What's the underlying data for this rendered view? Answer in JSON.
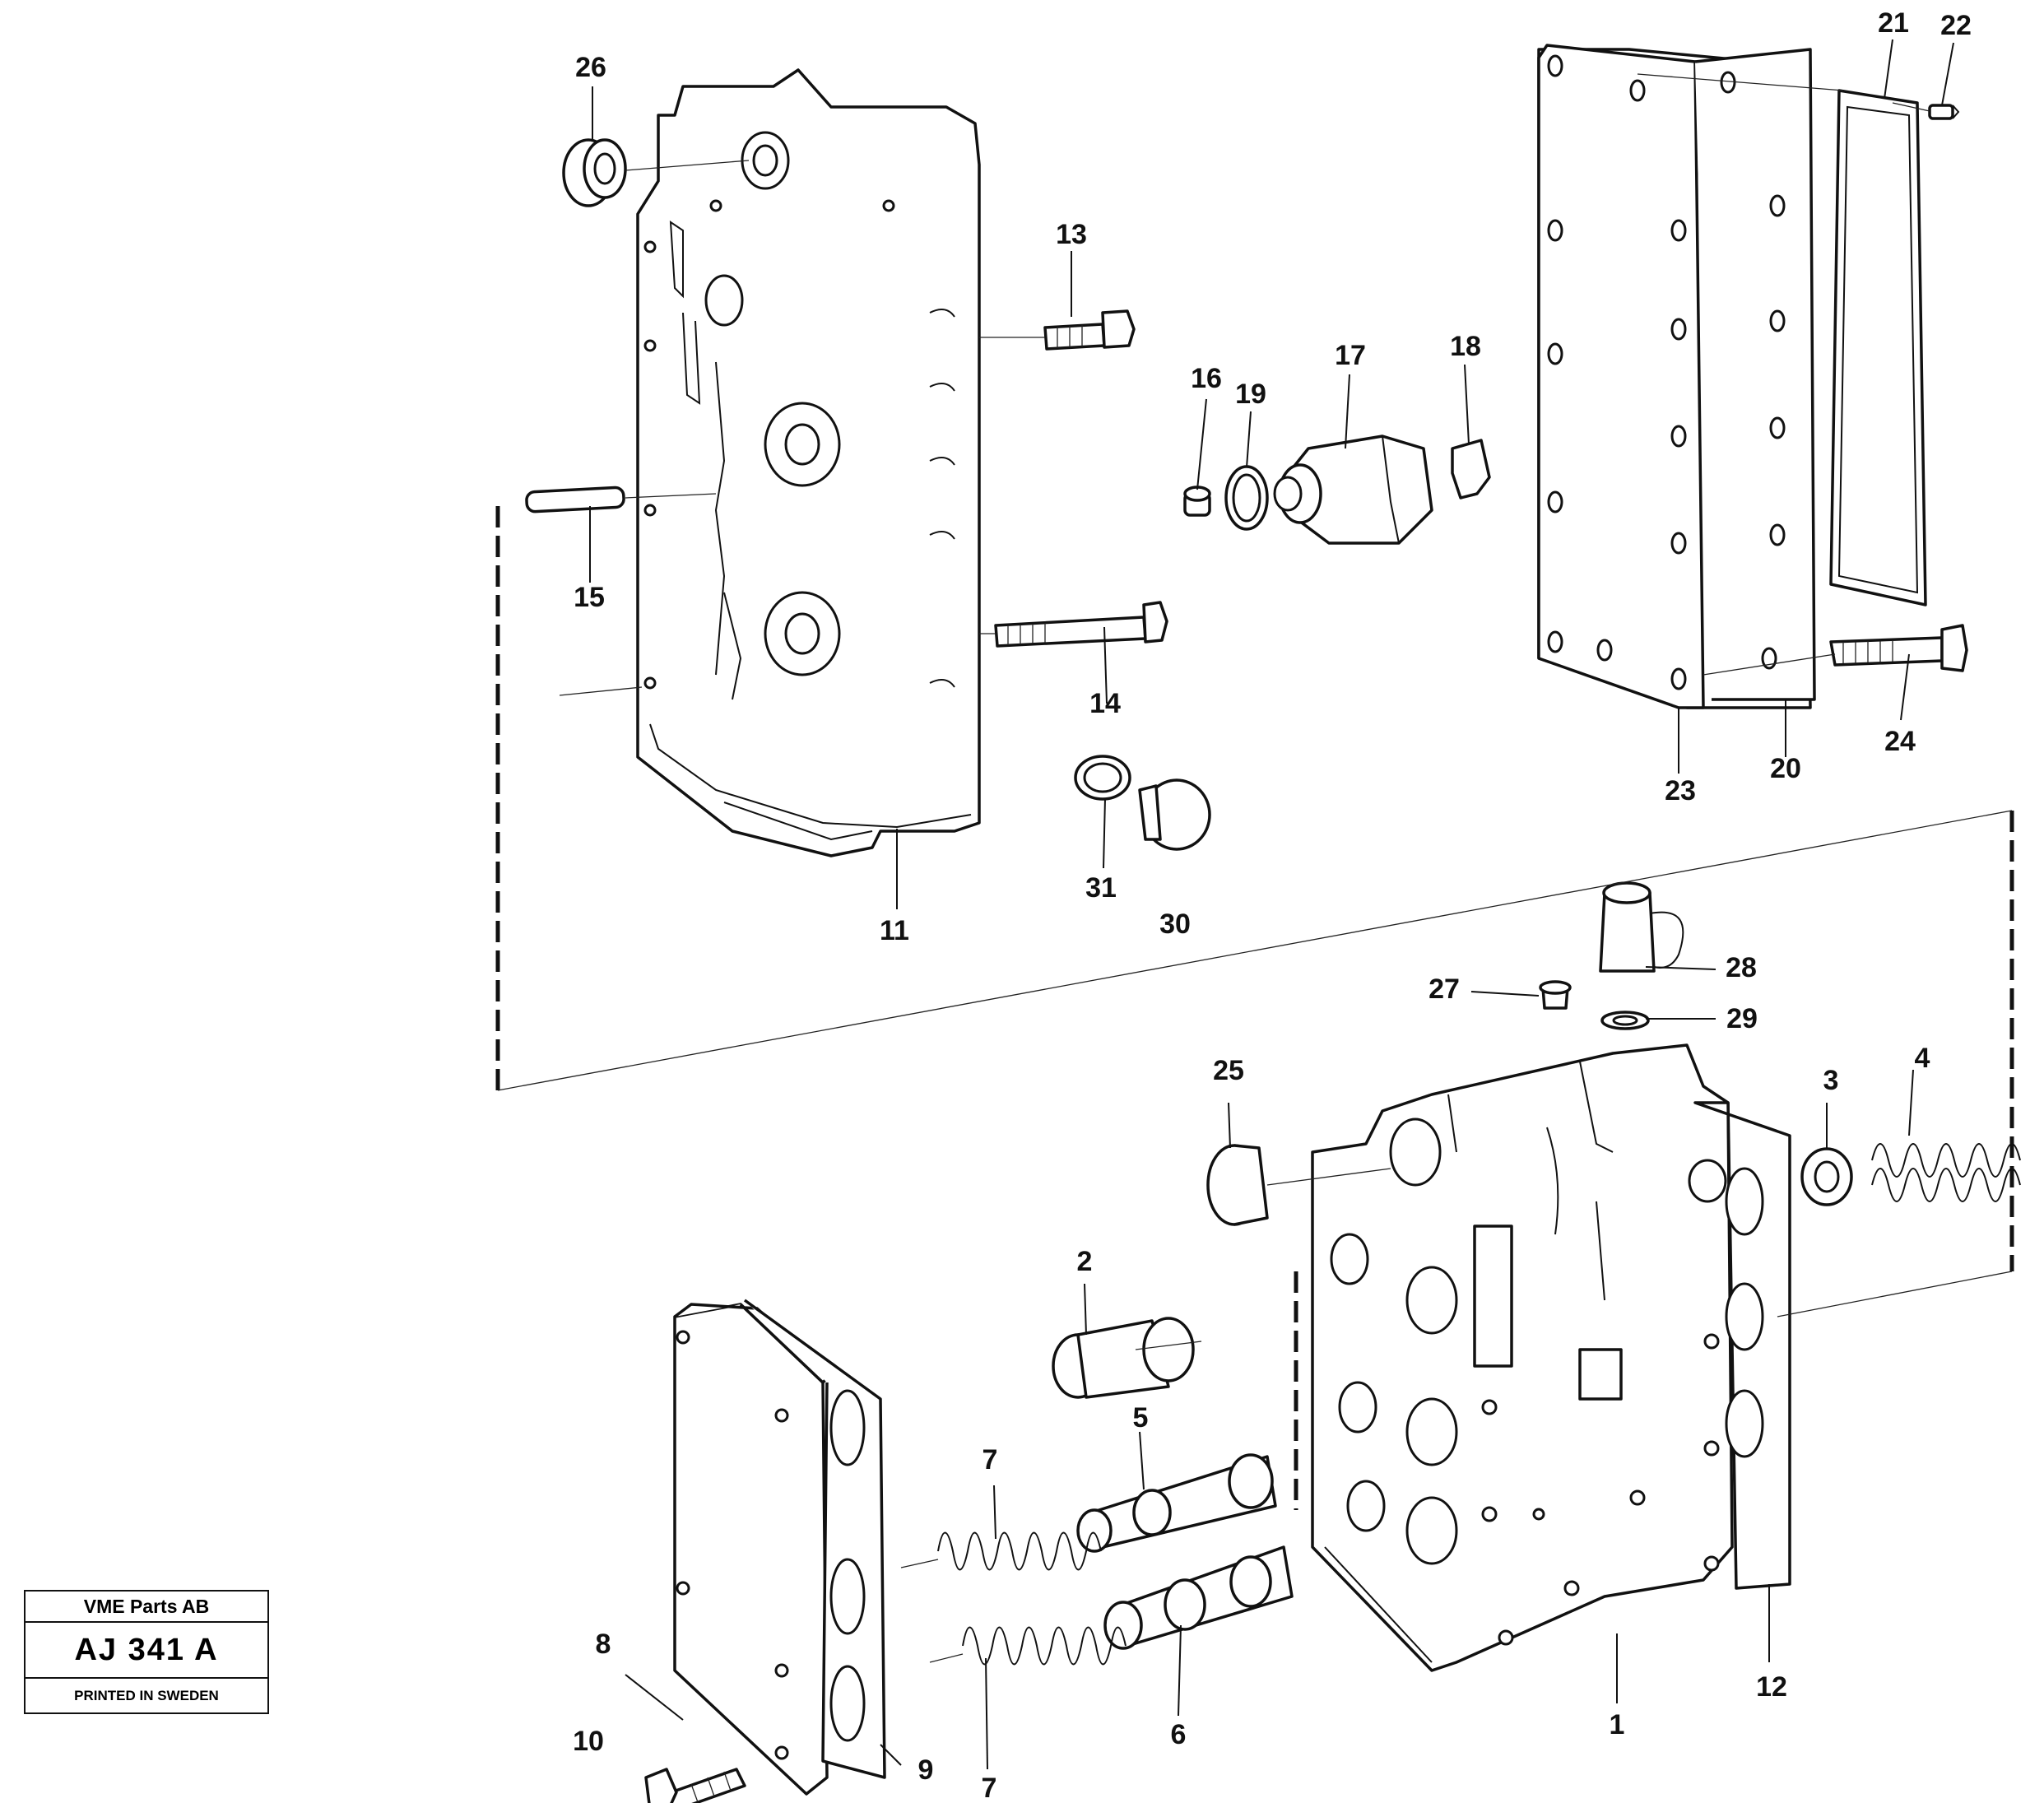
{
  "title_block": {
    "company": "VME Parts AB",
    "drawing_number": "AJ 341 A",
    "print_note": "PRINTED IN SWEDEN"
  },
  "callouts": [
    {
      "id": "c1",
      "label": "1"
    },
    {
      "id": "c2",
      "label": "2"
    },
    {
      "id": "c3",
      "label": "3"
    },
    {
      "id": "c4",
      "label": "4"
    },
    {
      "id": "c5",
      "label": "5"
    },
    {
      "id": "c6",
      "label": "6"
    },
    {
      "id": "c7a",
      "label": "7"
    },
    {
      "id": "c7b",
      "label": "7"
    },
    {
      "id": "c8",
      "label": "8"
    },
    {
      "id": "c9",
      "label": "9"
    },
    {
      "id": "c10",
      "label": "10"
    },
    {
      "id": "c11",
      "label": "11"
    },
    {
      "id": "c12",
      "label": "12"
    },
    {
      "id": "c13",
      "label": "13"
    },
    {
      "id": "c14",
      "label": "14"
    },
    {
      "id": "c15",
      "label": "15"
    },
    {
      "id": "c16",
      "label": "16"
    },
    {
      "id": "c17",
      "label": "17"
    },
    {
      "id": "c18",
      "label": "18"
    },
    {
      "id": "c19",
      "label": "19"
    },
    {
      "id": "c20",
      "label": "20"
    },
    {
      "id": "c21",
      "label": "21"
    },
    {
      "id": "c22",
      "label": "22"
    },
    {
      "id": "c23",
      "label": "23"
    },
    {
      "id": "c24",
      "label": "24"
    },
    {
      "id": "c25",
      "label": "25"
    },
    {
      "id": "c26",
      "label": "26"
    },
    {
      "id": "c27",
      "label": "27"
    },
    {
      "id": "c28",
      "label": "28"
    },
    {
      "id": "c29",
      "label": "29"
    },
    {
      "id": "c30",
      "label": "30"
    },
    {
      "id": "c31",
      "label": "31"
    }
  ]
}
